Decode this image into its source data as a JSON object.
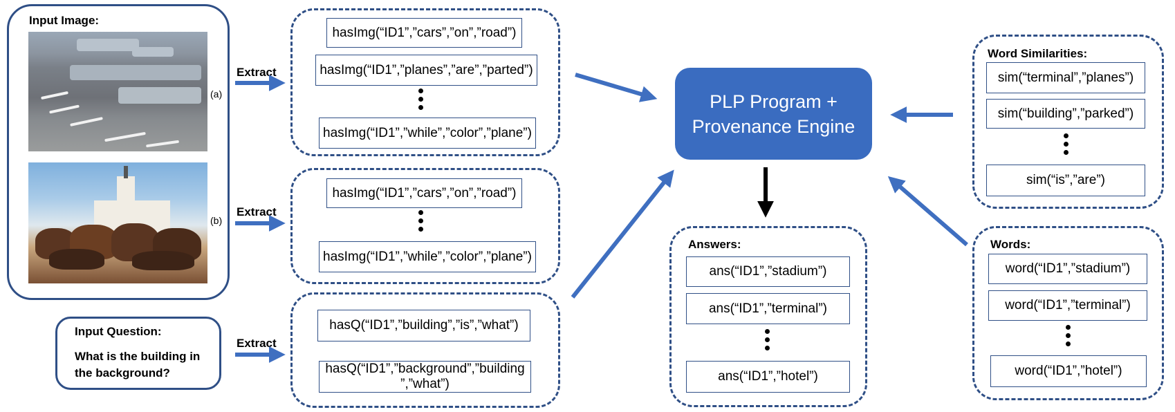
{
  "input_image": {
    "title": "Input Image:",
    "label_a": "(a)",
    "label_b": "(b)"
  },
  "input_question": {
    "title": "Input Question:",
    "text_line1": "What is the building in",
    "text_line2": "the background?"
  },
  "extract_labels": [
    "Extract",
    "Extract",
    "Extract"
  ],
  "image_a_facts": [
    "hasImg(“ID1”,”cars”,”on”,”road”)",
    "hasImg(“ID1”,”planes”,”are”,”parted”)",
    "hasImg(“ID1”,”while”,”color”,”plane”)"
  ],
  "image_b_facts": [
    "hasImg(“ID1”,”cars”,”on”,”road”)",
    "hasImg(“ID1”,”while”,”color”,”plane”)"
  ],
  "question_facts": [
    "hasQ(“ID1”,”building”,”is”,”what”)",
    "hasQ(“ID1”,”background”,”building",
    "”,”what”)"
  ],
  "engine": {
    "line1": "PLP Program +",
    "line2": "Provenance Engine",
    "color": "#3a6cc0"
  },
  "answers": {
    "title": "Answers:",
    "items": [
      "ans(“ID1”,”stadium”)",
      "ans(“ID1”,”terminal”)",
      "ans(“ID1”,”hotel”)"
    ]
  },
  "word_similarities": {
    "title": "Word Similarities:",
    "items": [
      "sim(“terminal”,”planes”)",
      "sim(“building”,”parked”)",
      "sim(“is”,”are”)"
    ]
  },
  "words": {
    "title": "Words:",
    "items": [
      "word(“ID1”,”stadium”)",
      "word(“ID1”,”terminal”)",
      "word(“ID1”,”hotel”)"
    ]
  },
  "colors": {
    "panel_border": "#2f4f86",
    "arrow_blue": "#3f6fc0",
    "arrow_black": "#000000"
  }
}
